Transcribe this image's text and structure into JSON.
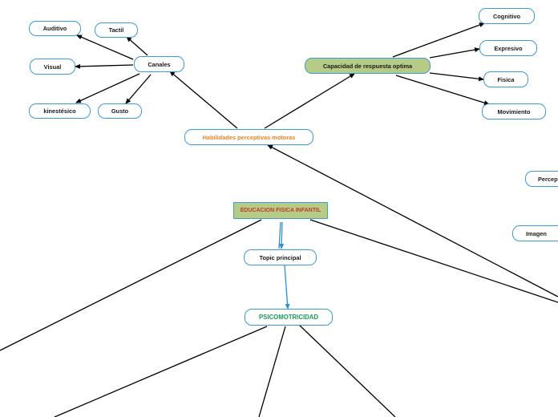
{
  "central": "EDUCACION FISICA INFANTIL",
  "nodes": {
    "habilidades": "Habilidades perceptivas motoras",
    "canales": "Canales",
    "auditivo": "Auditivo",
    "tactil": "Tactil",
    "visual": "Visual",
    "kinestesico": "kinestésico",
    "gusto": "Gusto",
    "capacidad": "Capacidad de respuesta optima",
    "cognitivo": "Cognitivo",
    "expresivo": "Expresivo",
    "fisica": "Fisica",
    "movimiento": "Movimiento",
    "percep": "Percep",
    "imagen": "Imagen",
    "topic": "Topic principal",
    "psicomotricidad": "PSICOMOTRICIDAD"
  },
  "colors": {
    "accent_border": "#3a9bd8",
    "green_fill": "#b6cc86",
    "central_text": "#c0392b",
    "orange_text": "#e8862a",
    "teal_text": "#1c9a5a",
    "connector": "#000000",
    "blue_connector": "#2a8fd6"
  }
}
